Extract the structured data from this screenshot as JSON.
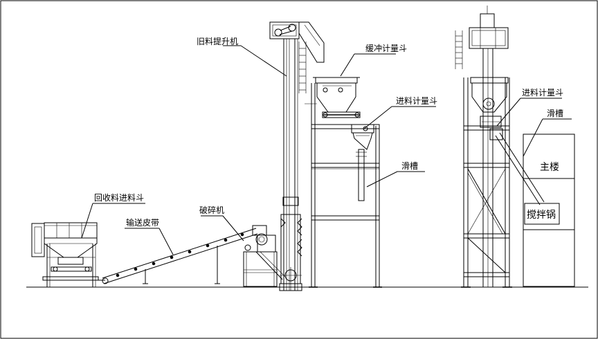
{
  "labels": {
    "old_material_elevator": "旧料提升机",
    "buffer_weighing_hopper": "缓冲计量斗",
    "feed_weighing_hopper_front": "进料计量斗",
    "chute_front": "滑槽",
    "recycled_material_feed_hopper": "回收料进料斗",
    "conveyor_belt": "输送皮带",
    "crusher": "破碎机",
    "feed_weighing_hopper_side": "进料计量斗",
    "chute_side": "滑槽",
    "main_tower": "主楼",
    "mixing_pot": "搅拌锅"
  }
}
